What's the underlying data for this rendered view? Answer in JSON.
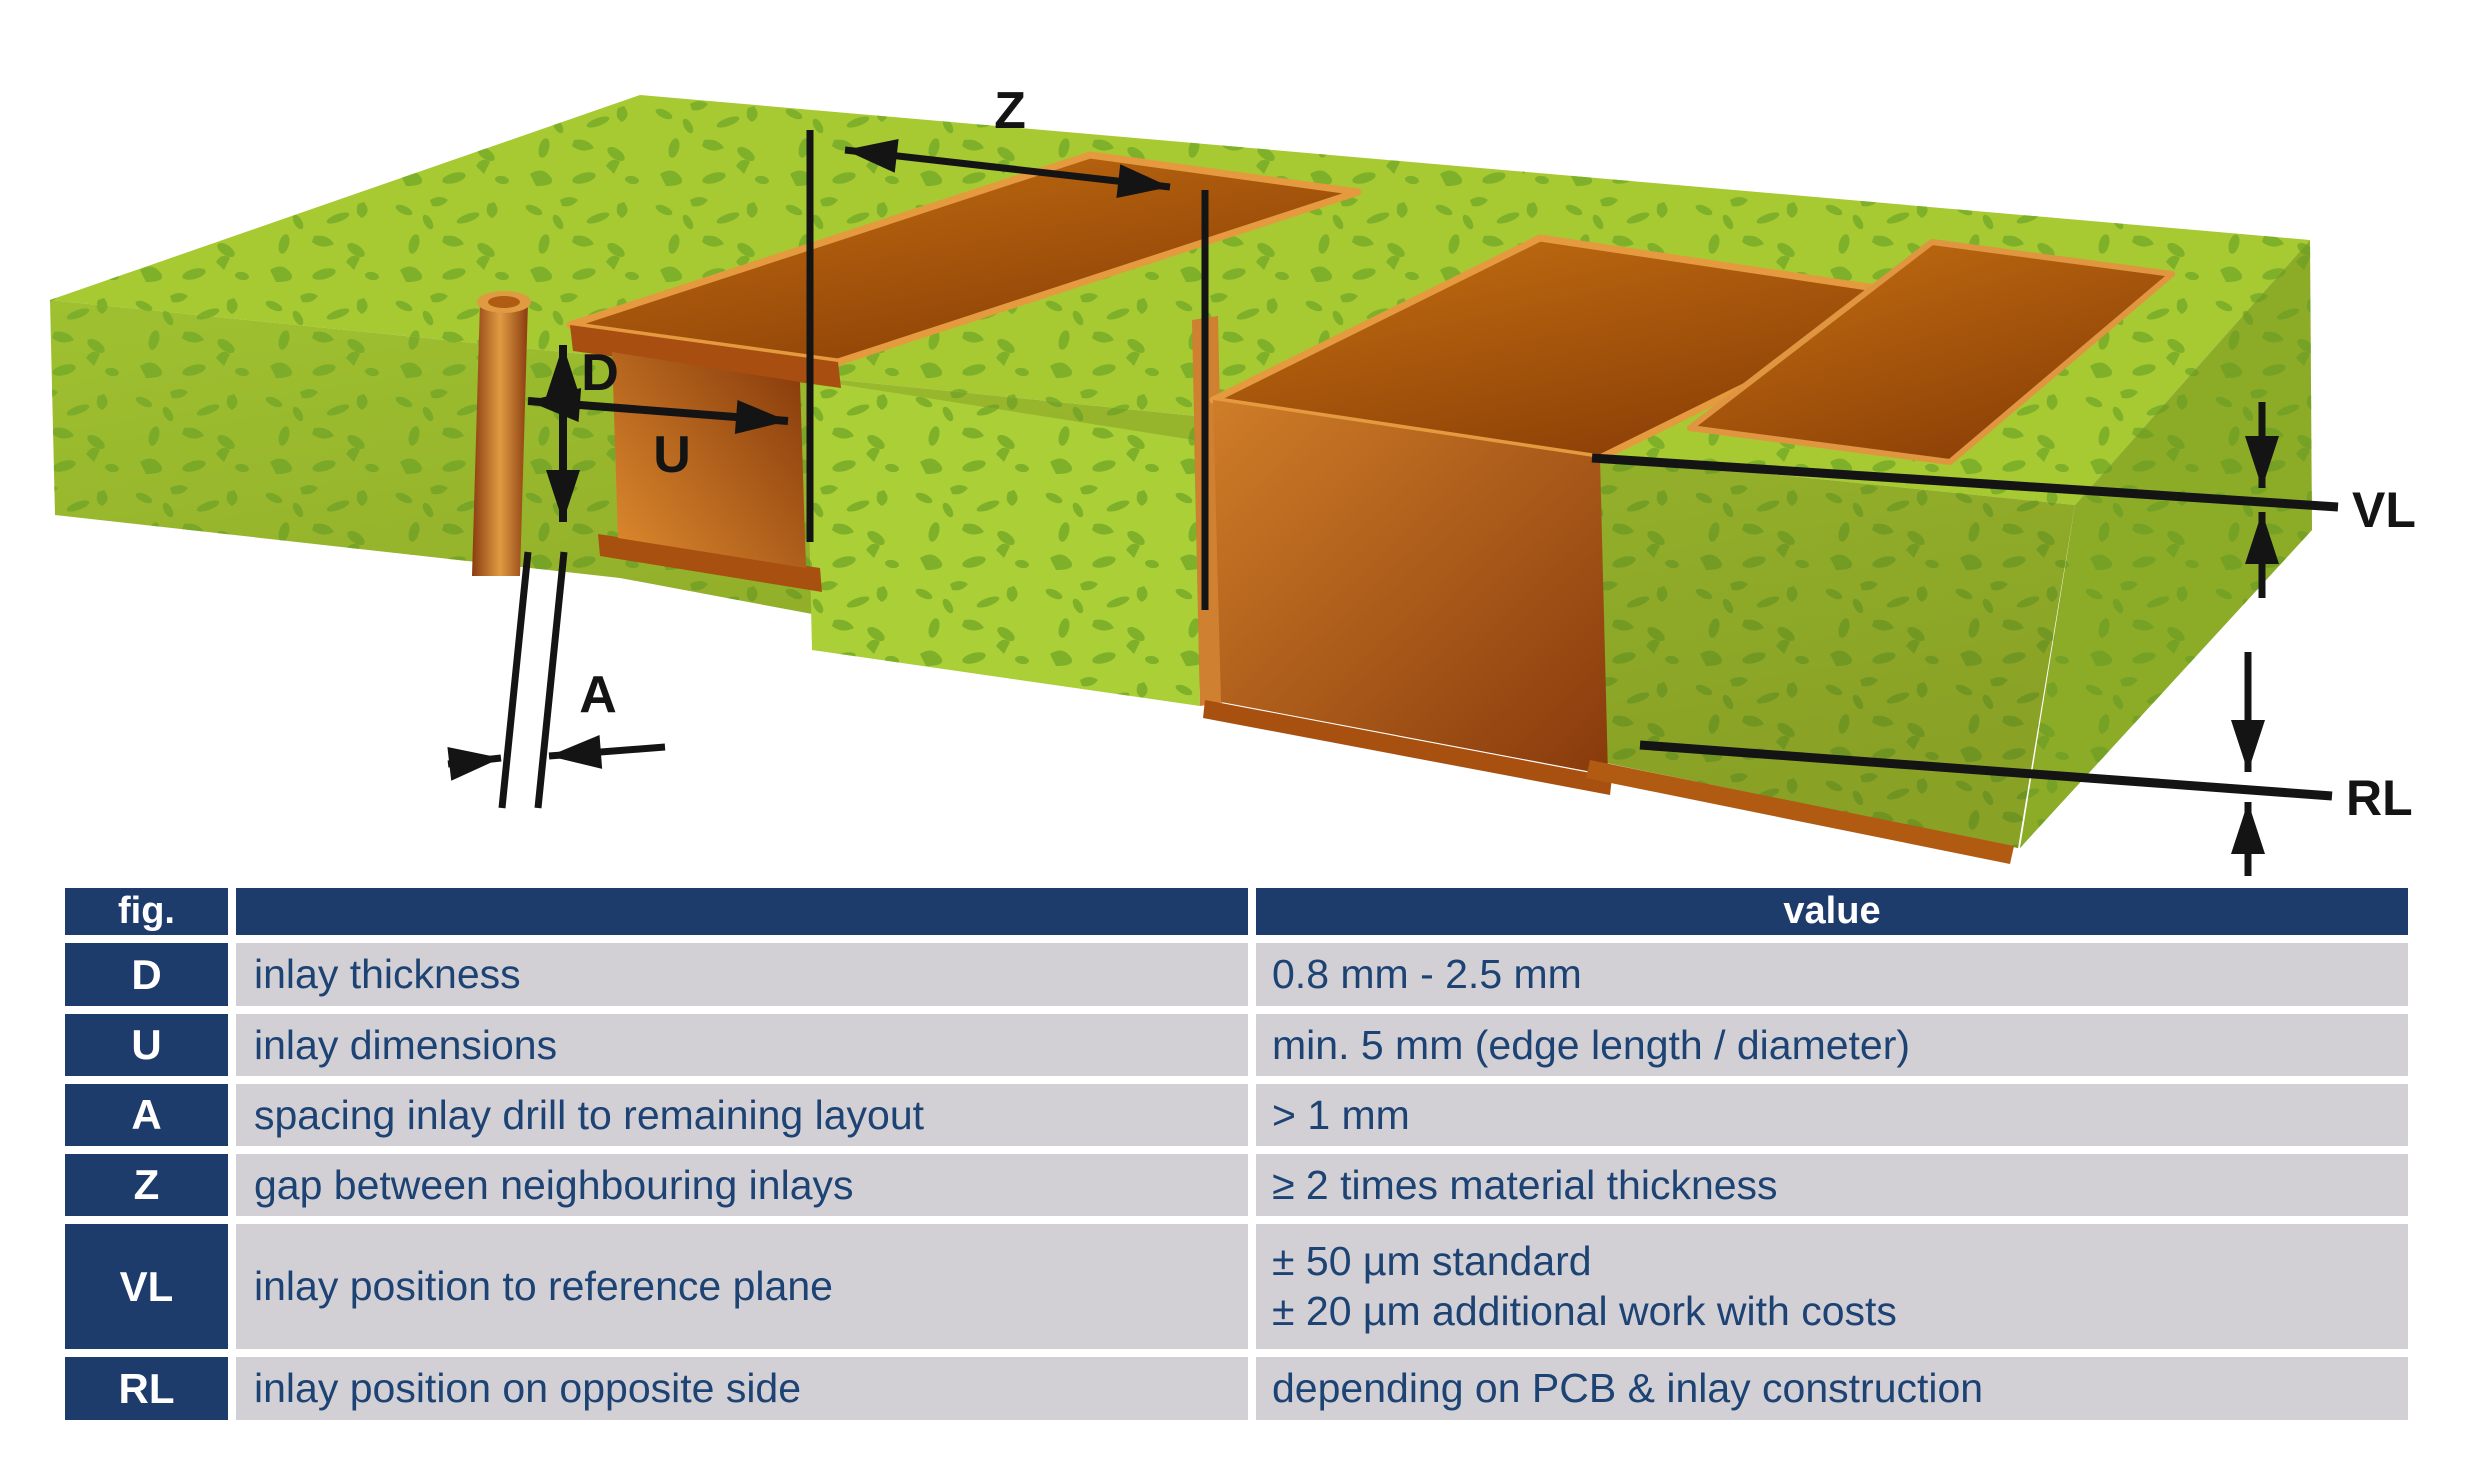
{
  "page": {
    "background": "#ffffff"
  },
  "diagram": {
    "labels": {
      "z": "Z",
      "d": "D",
      "u": "U",
      "a": "A",
      "vl": "VL",
      "rl": "RL"
    },
    "colors": {
      "pcb_top": "#a7c932",
      "pcb_front": "#9fc130",
      "pcb_side": "#98bb2d",
      "pcb_cut": "#abcf36",
      "pcb_speckle": "#7eb02a",
      "copper_light": "#df9a42",
      "copper_mid": "#c06a16",
      "copper_dark": "#8a3b0c",
      "dimension_line": "#141414"
    }
  },
  "table": {
    "headers": {
      "fig": "fig.",
      "description": "",
      "value": "value"
    },
    "rows": [
      {
        "fig": "D",
        "description": "inlay thickness",
        "value": "0.8 mm - 2.5 mm"
      },
      {
        "fig": "U",
        "description": "inlay dimensions",
        "value": "min. 5 mm (edge length / diameter)"
      },
      {
        "fig": "A",
        "description": "spacing inlay drill to remaining layout",
        "value": "> 1 mm"
      },
      {
        "fig": "Z",
        "description": "gap between neighbouring inlays",
        "value": "≥ 2 times material thickness"
      },
      {
        "fig": "VL",
        "description": "inlay position to reference plane",
        "value_lines": [
          "± 50 µm standard",
          "± 20 µm additional work with costs"
        ]
      },
      {
        "fig": "RL",
        "description": "inlay position on opposite side",
        "value": "depending on PCB & inlay construction"
      }
    ],
    "colors": {
      "header_bg": "#1e3c6b",
      "cell_bg": "#d3d0d5",
      "text": "#1c4373",
      "header_text": "#ffffff"
    }
  }
}
